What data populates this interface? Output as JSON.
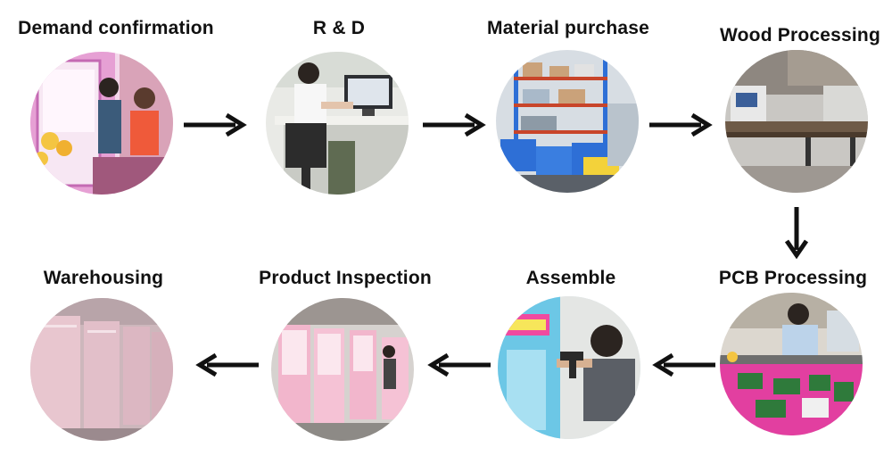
{
  "steps": [
    {
      "label": "Demand confirmation",
      "photo_icon": "claw-machine-customers-photo"
    },
    {
      "label": "R & D",
      "photo_icon": "engineer-at-computer-photo"
    },
    {
      "label": "Material purchase",
      "photo_icon": "warehouse-shelves-photo"
    },
    {
      "label": "Wood Processing",
      "photo_icon": "wood-workshop-photo"
    },
    {
      "label": "PCB Processing",
      "photo_icon": "pcb-technician-photo"
    },
    {
      "label": "Assemble",
      "photo_icon": "worker-with-drill-photo"
    },
    {
      "label": "Product Inspection",
      "photo_icon": "pink-machines-inspection-photo"
    },
    {
      "label": "Warehousing",
      "photo_icon": "wrapped-machines-storage-photo"
    }
  ],
  "arrows": [
    "arrow-right",
    "arrow-right",
    "arrow-right",
    "arrow-down",
    "arrow-left",
    "arrow-left",
    "arrow-left"
  ],
  "colors": {
    "text": "#111111",
    "arrow": "#111111",
    "claw_pink": "#e6a0d4",
    "crate_blue": "#2e6fd6",
    "shelf_red": "#c8452a",
    "pcb_mat": "#e23fa0",
    "machine_pink": "#f2b6cc",
    "wrap_pink": "#e8c6cf"
  }
}
